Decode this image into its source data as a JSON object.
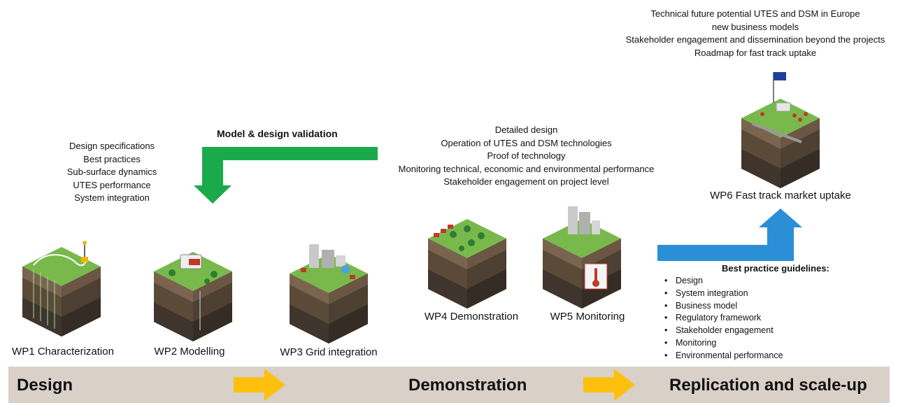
{
  "top_right_list": [
    "Technical future potential UTES and DSM in Europe",
    "new business models",
    "Stakeholder engagement and dissemination beyond the projects",
    "Roadmap for fast track uptake"
  ],
  "design_list": [
    "Design specifications",
    "Best practices",
    "Sub-surface dynamics",
    "UTES performance",
    "System integration"
  ],
  "validation_label": "Model & design validation",
  "demo_list": [
    "Detailed design",
    "Operation of UTES and DSM technologies",
    "Proof of technology",
    "Monitoring technical, economic and environmental performance",
    "Stakeholder engagement on project level"
  ],
  "work_packages": [
    {
      "label": "WP1 Characterization"
    },
    {
      "label": "WP2 Modelling"
    },
    {
      "label": "WP3 Grid integration"
    },
    {
      "label": "WP4 Demonstration"
    },
    {
      "label": "WP5 Monitoring"
    },
    {
      "label": "WP6 Fast track market uptake"
    }
  ],
  "best_practice": {
    "title": "Best practice guidelines:",
    "items": [
      "Design",
      "System integration",
      "Business model",
      "Regulatory framework",
      "Stakeholder engagement",
      "Monitoring",
      "Environmental performance"
    ]
  },
  "phases": [
    "Design",
    "Demonstration",
    "Replication and scale-up"
  ],
  "colors": {
    "green_arrow": "#1aaa4b",
    "blue_arrow": "#2a8fd6",
    "yellow_arrow": "#fdc00e",
    "band": "#d9d0c7",
    "grass": "#74b84a",
    "soil": "#6b5a46",
    "rock": "#4a3f36"
  }
}
